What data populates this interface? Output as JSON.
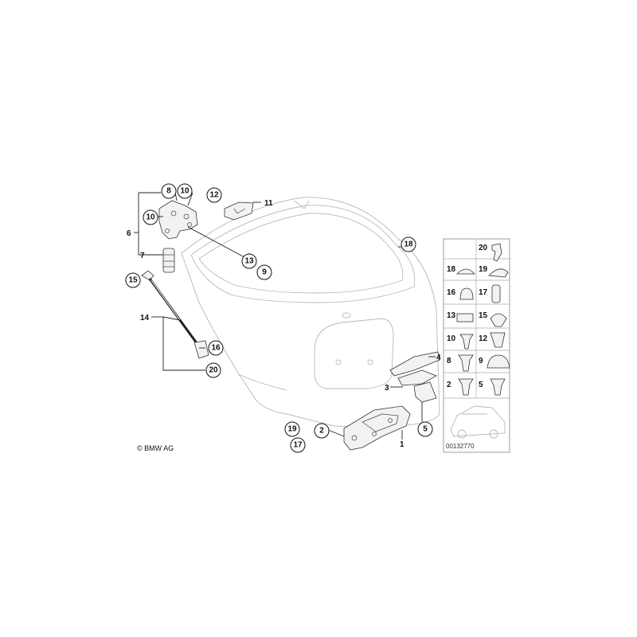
{
  "copyright": "© BMW AG",
  "diagram_id": "00132770",
  "labels": {
    "c8": "8",
    "c10a": "10",
    "c10b": "10",
    "c12": "12",
    "t11": "11",
    "t6": "6",
    "t7": "7",
    "c13": "13",
    "c9": "9",
    "c15": "15",
    "t14": "14",
    "c16": "16",
    "c20": "20",
    "c18": "18",
    "t3": "3",
    "t4": "4",
    "c5": "5",
    "c2": "2",
    "t1": "1",
    "c19": "19",
    "c17": "17"
  },
  "legend": {
    "r20": "20",
    "r18": "18",
    "r19": "19",
    "r16": "16",
    "r17": "17",
    "r13": "13",
    "r15": "15",
    "r10": "10",
    "r12": "12",
    "r8": "8",
    "r9": "9",
    "r2": "2",
    "r5": "5"
  }
}
